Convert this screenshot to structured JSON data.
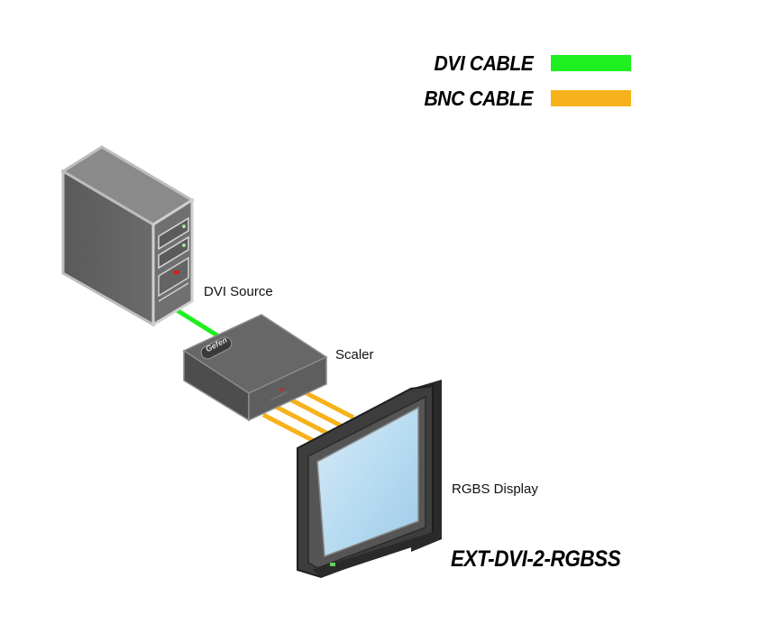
{
  "legend": [
    {
      "label": "DVI CABLE",
      "color": "#1ff01f"
    },
    {
      "label": "BNC CABLE",
      "color": "#f7b21b"
    }
  ],
  "devices": {
    "source_label": "DVI Source",
    "scaler_label": "Scaler",
    "scaler_brand": "Gefen",
    "display_label": "RGBS Display"
  },
  "model": "EXT-DVI-2-RGBSS"
}
